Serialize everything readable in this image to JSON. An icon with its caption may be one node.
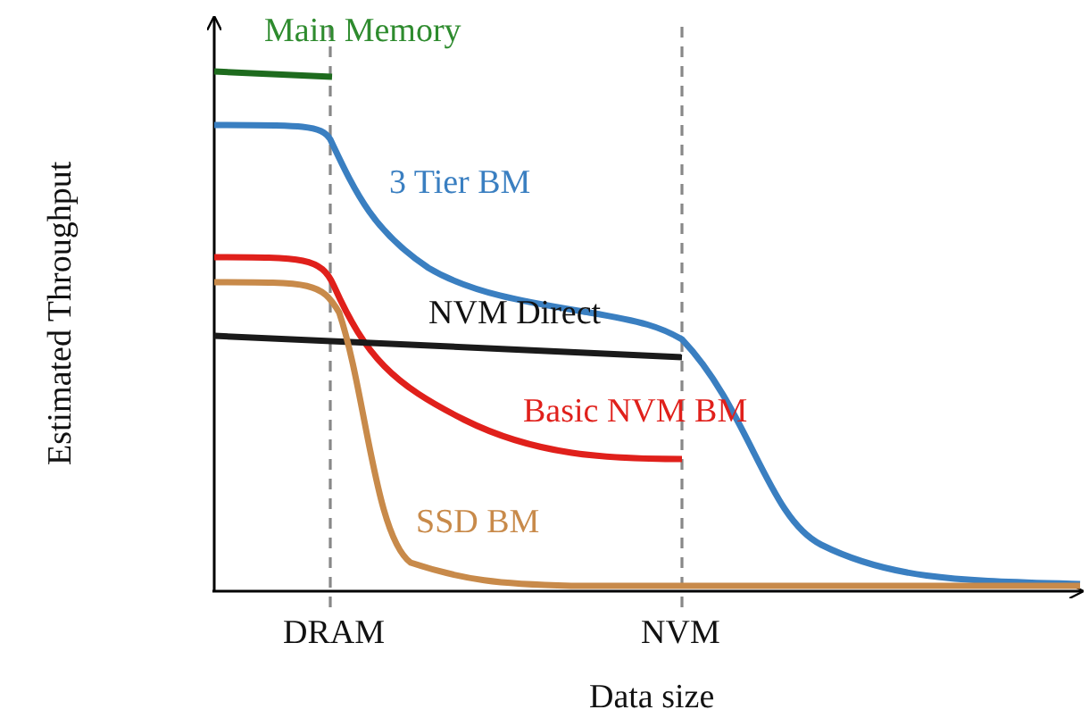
{
  "diagram": {
    "labels": [
      "Main Memory",
      "3 Tier BM",
      "NVM Direct",
      "Basic NVM BM",
      "SSD BM",
      "Estimated Throughput",
      "DRAM",
      "NVM",
      "Data size"
    ]
  }
}
